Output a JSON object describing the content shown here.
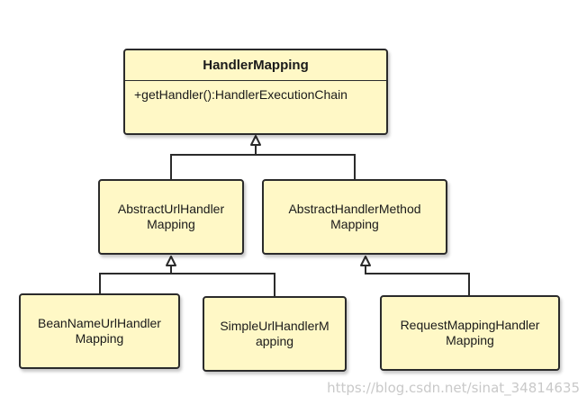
{
  "diagram": {
    "root": {
      "title": "HandlerMapping",
      "method": "+getHandler():HandlerExecutionChain"
    },
    "abstract_url": {
      "line1": "AbstractUrlHandler",
      "line2": "Mapping"
    },
    "abstract_method": {
      "line1": "AbstractHandlerMethod",
      "line2": "Mapping"
    },
    "bean_name": {
      "line1": "BeanNameUrlHandler",
      "line2": "Mapping"
    },
    "simple_url": {
      "line1": "SimpleUrlHandlerM",
      "line2": "apping"
    },
    "request_mapping": {
      "line1": "RequestMappingHandler",
      "line2": "Mapping"
    }
  },
  "watermark": "https://blog.csdn.net/sinat_34814635"
}
